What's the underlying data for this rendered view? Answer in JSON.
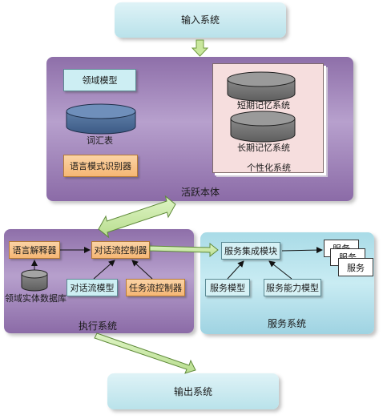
{
  "input_system": "输入系统",
  "output_system": "输出系统",
  "active_ontology": {
    "title": "活跃本体",
    "domain_model": "领域模型",
    "vocabulary": "词汇表",
    "language_pattern_recognizer": "语言模式识别器",
    "personalization": {
      "title": "个性化系统",
      "short_term_memory": "短期记忆系统",
      "long_term_memory": "长期记忆系统"
    }
  },
  "execution": {
    "title": "执行系统",
    "language_interpreter": "语言解释器",
    "dialog_flow_controller": "对话流控制器",
    "domain_entity_db": "领域实体数据库",
    "dialog_flow_model": "对话流模型",
    "task_flow_controller": "任务流控制器"
  },
  "service": {
    "title": "服务系统",
    "integration_module": "服务集成模块",
    "service_model": "服务模型",
    "service_capability_model": "服务能力模型",
    "service_docs": [
      "服务",
      "服务",
      "服务"
    ]
  }
}
